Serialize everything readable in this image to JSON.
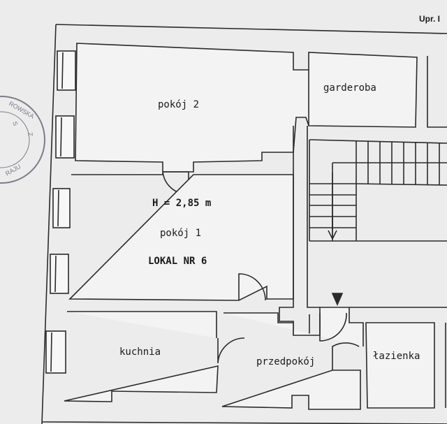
{
  "header": {
    "top_text": "",
    "upr_text": "Upr. I"
  },
  "stamp": {
    "visible_fragments": "…ROWSKA … S Z … RAJU"
  },
  "rooms": {
    "pokoj2": "pokój 2",
    "garderoba": "garderoba",
    "pokoj1": "pokój 1",
    "height": "H = 2,85 m",
    "lokal": "LOKAL NR 6",
    "kuchnia": "kuchnia",
    "przedpokoj": "przedpokój",
    "lazienka": "łazienka"
  },
  "colors": {
    "paper": "#ececec",
    "ink": "#2a2a2a",
    "stamp": "#7d7d8a"
  }
}
